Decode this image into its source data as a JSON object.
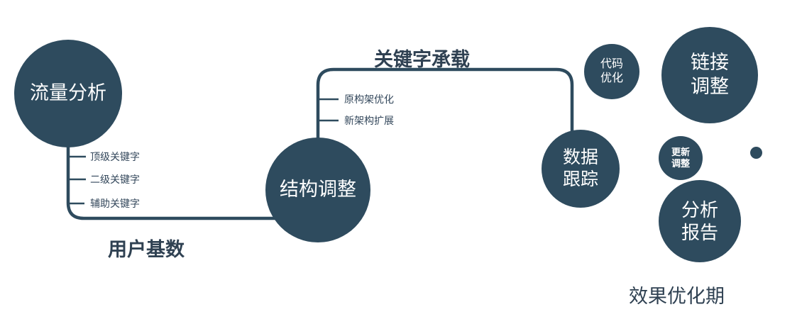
{
  "colors": {
    "node_fill": "#2e4b5e",
    "node_text": "#ffffff",
    "line": "#2e4b5e",
    "label_text": "#2f4152",
    "background": "#ffffff"
  },
  "nodes": {
    "traffic_analysis": {
      "label": "流量分析"
    },
    "structure_adjust": {
      "label": "结构调整"
    },
    "data_tracking": {
      "line1": "数据",
      "line2": "跟踪"
    },
    "code_optimization": {
      "line1": "代码",
      "line2": "优化"
    },
    "link_adjustment": {
      "line1": "链接",
      "line2": "调整"
    },
    "update_adjustment": {
      "line1": "更新",
      "line2": "调整"
    },
    "analysis_report": {
      "line1": "分析",
      "line2": "报告"
    }
  },
  "edge_labels": {
    "keyword_carrying": "关键字承载",
    "user_base": "用户基数"
  },
  "branch_labels": {
    "traffic": [
      "顶级关键字",
      "二级关键字",
      "辅助关键字"
    ],
    "structure": [
      "原构架优化",
      "新架构扩展"
    ]
  },
  "footer_label": "效果优化期"
}
